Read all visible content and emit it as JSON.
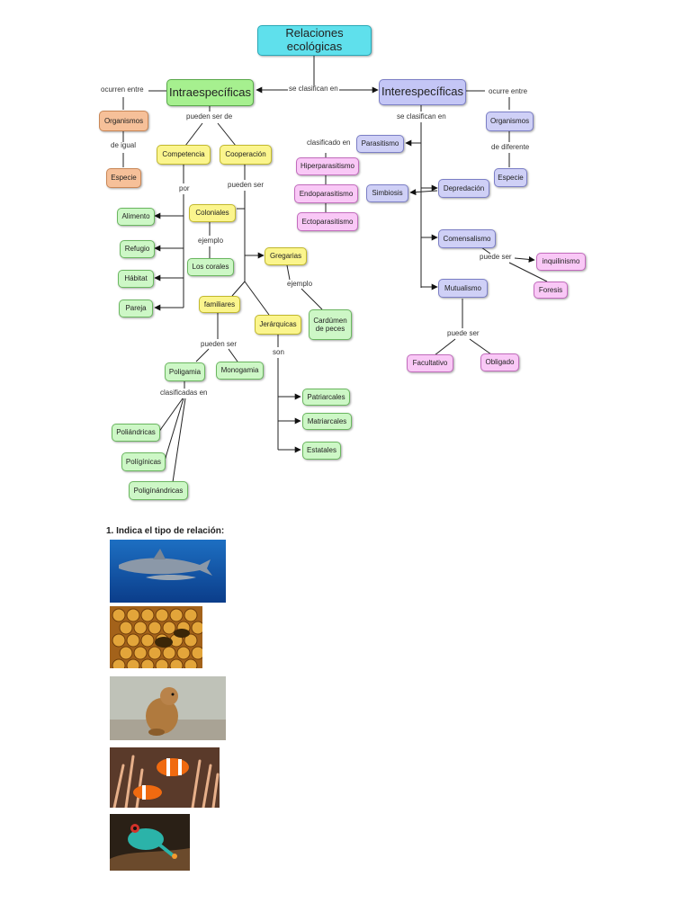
{
  "concept_map": {
    "nodes": {
      "root": "Relaciones ecológicas",
      "intra": "Intraespecíficas",
      "inter": "Interespecíficas",
      "org_left": "Organismos",
      "especie_left": "Especie",
      "competencia": "Competencia",
      "cooperacion": "Cooperación",
      "coloniales": "Coloniales",
      "alimento": "Alimento",
      "refugio": "Refugio",
      "habitat": "Hábitat",
      "pareja": "Pareja",
      "los_corales": "Los corales",
      "gregarias": "Gregarias",
      "cardumen": "Cardúmen de peces",
      "familiares": "familiares",
      "jerarquicas": "Jerárquicas",
      "poligamia": "Poligamia",
      "monogamia": "Monogamia",
      "poliandricas": "Poliándricas",
      "poliginicas": "Polígínicas",
      "poliginandricas": "Poligínándricas",
      "patriarcales": "Patriarcales",
      "matriarcales": "Matriarcales",
      "estatales": "Estatales",
      "parasitismo": "Parasitismo",
      "hiperparasitismo": "Hiperparasitismo",
      "endoparasitismo": "Endoparasitismo",
      "ectoparasitismo": "Ectoparasitismo",
      "simbiosis": "Simbiosis",
      "depredacion": "Depredación",
      "comensalismo": "Comensalismo",
      "inquilinismo": "inquilinismo",
      "foresis": "Foresis",
      "mutualismo": "Mutualismo",
      "facultativo": "Facultativo",
      "obligado": "Obligado",
      "org_right": "Organismos",
      "especie_right": "Especie"
    },
    "labels": {
      "se_clasifican_en_top": "se clasifican en",
      "ocurren_entre": "ocurren entre",
      "de_igual": "de igual",
      "pueden_ser_de": "pueden ser de",
      "por": "por",
      "pueden_ser_coop": "pueden ser",
      "ejemplo_col": "ejemplo",
      "ejemplo_greg": "ejemplo",
      "pueden_ser_fam": "pueden ser",
      "clasificadas_en": "clasificadas en",
      "son": "son",
      "ocurre_entre": "ocurre entre",
      "de_diferente": "de diferente",
      "se_clasifican_en_inter": "se clasifican en",
      "clasificado_en": "clasificado en",
      "puede_ser_com": "puede ser",
      "puede_ser_mut": "puede ser"
    }
  },
  "exercise": {
    "prompt": "1.  Indica el tipo de relación:"
  },
  "photos": [
    {
      "subject": "shark-photo"
    },
    {
      "subject": "honeycomb-bees-photo"
    },
    {
      "subject": "prairie-dog-photo"
    },
    {
      "subject": "clownfish-anemone-photo"
    },
    {
      "subject": "tree-frog-photo"
    }
  ],
  "colors": {
    "title_fill": "#5fe0ec",
    "intra_fill": "#a6f08f",
    "inter_fill": "#c4c6f6",
    "orange": "#f6c099",
    "yellow": "#fbf58d",
    "green": "#cdf7c6",
    "lavender": "#cfd0f6",
    "pink": "#f9c8f6"
  }
}
